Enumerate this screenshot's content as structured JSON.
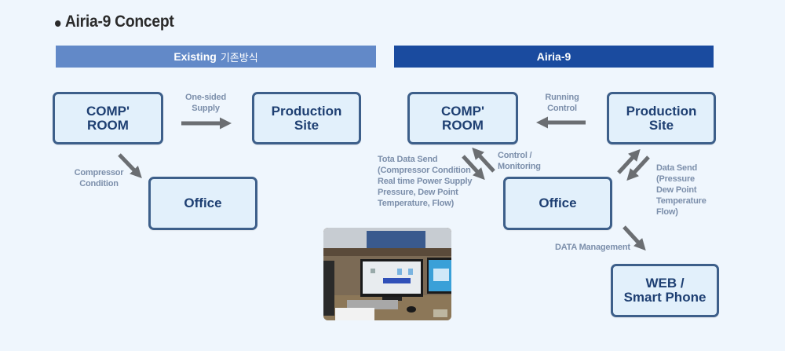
{
  "title": "Airia-9 Concept",
  "bands": {
    "existing": {
      "label": "Existing",
      "label_ko": "기존방식",
      "color": "#6289c8"
    },
    "airia": {
      "label": "Airia-9",
      "color": "#1a4b9f"
    }
  },
  "existing": {
    "nodes": {
      "comp_room": "COMP'\nROOM",
      "production_site": "Production\nSite",
      "office": "Office"
    },
    "edges": {
      "one_sided_supply": "One-sided\nSupply",
      "compressor_condition": "Compressor\nCondition"
    }
  },
  "airia9": {
    "nodes": {
      "comp_room": "COMP'\nROOM",
      "production_site": "Production\nSite",
      "office": "Office",
      "web_smartphone": "WEB /\nSmart Phone"
    },
    "edges": {
      "running_control": "Running\nControl",
      "control_monitoring": "Control /\nMonitoring",
      "total_data_send": "Tota Data Send\n(Compressor Condition\nReal time Power Supply\nPressure, Dew Point\nTemperature, Flow)",
      "data_send": "Data Send\n(Pressure\n Dew Point\n Temperature\n Flow)",
      "data_management": "DATA Management"
    }
  },
  "photo": {
    "description": "control-room-monitor-photo"
  },
  "colors": {
    "box_border": "#3d5f8a",
    "box_fill": "#e2f0fb",
    "box_text": "#1e3f72",
    "arrow": "#6b6e72",
    "label_text": "#7c8fab",
    "background": "#eff6fd"
  }
}
